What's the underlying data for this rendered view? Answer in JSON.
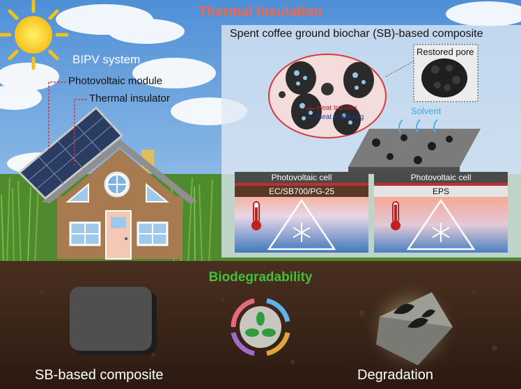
{
  "title": "Thermal insulation",
  "house": {
    "system_label": "BIPV system",
    "module_label": "Photovoltaic module",
    "insulator_label": "Thermal insulator"
  },
  "panel": {
    "title": "Spent coffee ground biochar (SB)-based composite",
    "pore_label": "Restored pore",
    "heat_transfer": "Heat transfer",
    "heat_scattering": "Heat scattering",
    "solvent": "Solvent"
  },
  "comparison": [
    {
      "cell": "Photovoltaic cell",
      "layer": "EC/SB700/PG-25"
    },
    {
      "cell": "Photovoltaic cell",
      "layer": "EPS"
    }
  ],
  "biodegradability": "Biodegradability",
  "bottom": {
    "left_label": "SB-based composite",
    "right_label": "Degradation"
  },
  "colors": {
    "title": "#f0664e",
    "bio": "#3fc235",
    "sky": "#6aa2dc",
    "soil": "#3a2418"
  }
}
